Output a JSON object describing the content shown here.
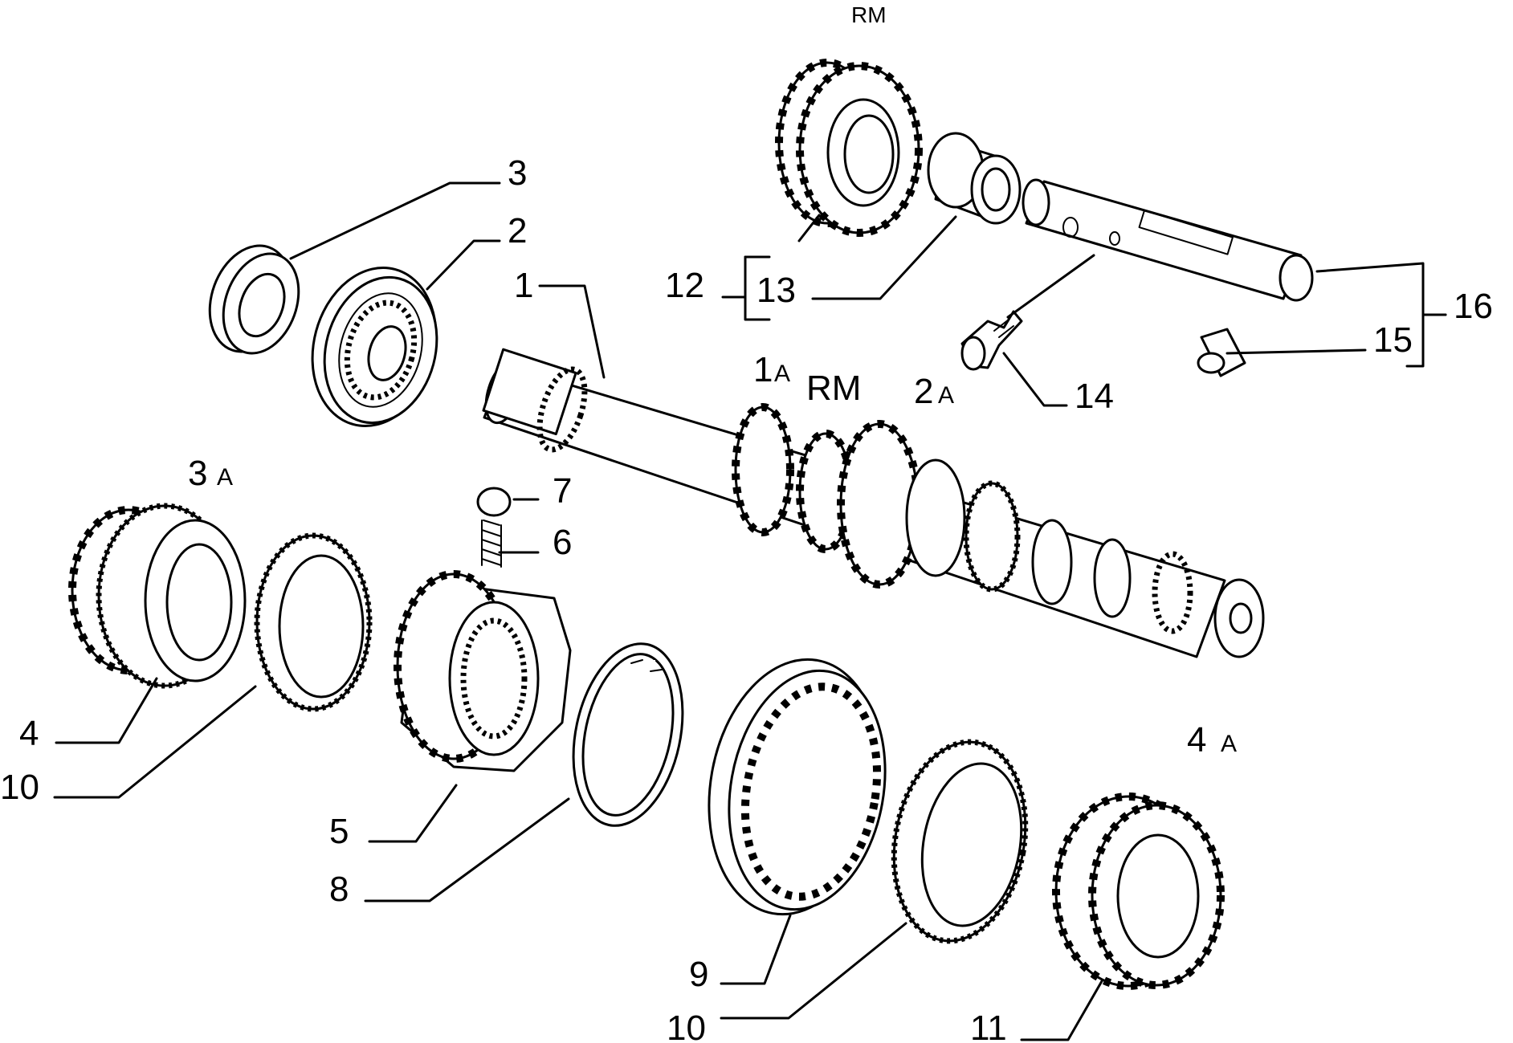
{
  "labels": {
    "n1": "1",
    "n2": "2",
    "n3": "3",
    "n4": "4",
    "n5": "5",
    "n6": "6",
    "n7": "7",
    "n8": "8",
    "n9": "9",
    "n10a": "10",
    "n10b": "10",
    "n11": "11",
    "n12": "12",
    "n13": "13",
    "n14": "14",
    "n15": "15",
    "n16": "16"
  },
  "variants": {
    "rm_top": "RM",
    "v1a_num": "1",
    "v1a_letter": "A",
    "v1a_rm": "RM",
    "v2a_num": "2",
    "v2a_letter": "A",
    "v3a_num": "3",
    "v3a_letter": "A",
    "v4a_num": "4",
    "v4a_letter": "A"
  }
}
